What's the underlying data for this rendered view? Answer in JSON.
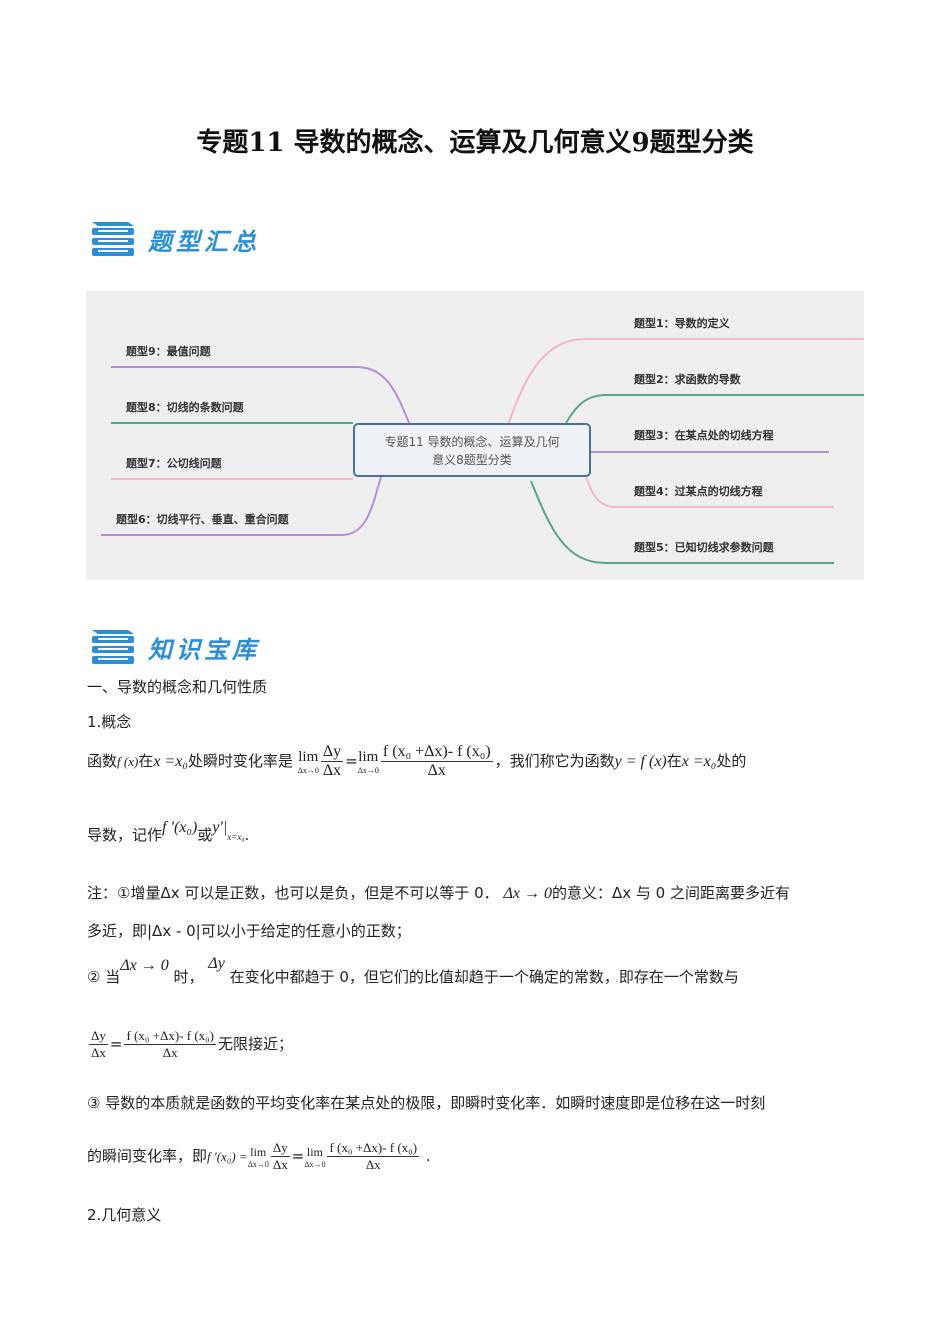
{
  "title": "专题11 导数的概念、运算及几何意义9题型分类",
  "banner1": "题型汇总",
  "banner2": "知识宝库",
  "mindmap": {
    "center": [
      "专题11  导数的概念、运算及几何",
      "意义8题型分类"
    ],
    "right": [
      "题型1：导数的定义",
      "题型2：求函数的导数",
      "题型3：在某点处的切线方程",
      "题型4：过某点的切线方程",
      "题型5：已知切线求参数问题"
    ],
    "left": [
      "题型9：最值问题",
      "题型8：切线的条数问题",
      "题型7：公切线问题",
      "题型6：切线平行、垂直、重合问题"
    ],
    "colors": {
      "pink": "#f4b8c4",
      "green": "#5aa584",
      "purple": "#b48fd8"
    }
  },
  "section1": "一、导数的概念和几何性质",
  "sub1": "1.概念",
  "p1": {
    "a": "函数",
    "fx": "f (x)",
    "b": "在",
    "xx0": "x =x₀",
    "c": "处瞬时变化率是",
    "lim": "lim",
    "limsub": "Δx→0",
    "dy": "Δy",
    "dx": "Δx",
    "eq": "=",
    "num": "f (x₀ +Δx)- f (x₀)",
    "d": "，我们称它为函数",
    "yfx": "y = f (x)",
    "e": "在",
    "xx0b": "x =x₀",
    "f": "处的"
  },
  "p2": {
    "a": "导数，记作",
    "fp": "f ′(x₀)",
    "b": "或",
    "yp": "y′|",
    "sub": "x=x₀",
    "c": "."
  },
  "note1": "注：①增量Δx 可以是正数，也可以是负，但是不可以等于 0．",
  "note1b": "Δx → 0",
  "note1c": "的意义：Δx 与 0 之间距离要多近有",
  "note2": "多近，即|Δx - 0|可以小于给定的任意小的正数；",
  "note3": {
    "a": "② 当",
    "b": "Δx → 0",
    "c": "时，",
    "d": "Δy",
    "e": "在变化中都趋于 0，但它们的比值却趋于一个确定的常数，即存在一个常数与"
  },
  "note4": {
    "dy": "Δy",
    "dx": "Δx",
    "eq": "=",
    "num": "f (x₀ +Δx)- f (x₀)",
    "den": "Δx",
    "tail": "无限接近；"
  },
  "note5": "③ 导数的本质就是函数的平均变化率在某点处的极限，即瞬时变化率．如瞬时速度即是位移在这一时刻",
  "note6": {
    "a": "的瞬间变化率，即",
    "fp": "f ′(x₀) =",
    "lim": "lim",
    "limsub": "Δx→0",
    "dy": "Δy",
    "dx": "Δx",
    "eq": "=",
    "num": "f (x₀ +Δx)- f (x₀)",
    "den": "Δx",
    "end": "."
  },
  "sub2": "2.几何意义"
}
